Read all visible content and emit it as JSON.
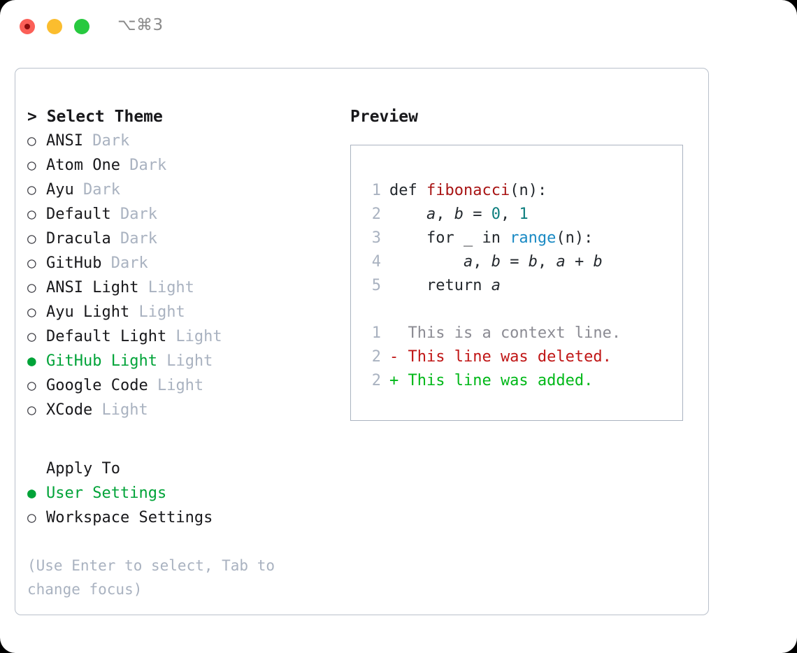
{
  "titlebar": {
    "shortcut": "⌥⌘3",
    "lights": [
      {
        "name": "close",
        "color": "#fb5f57"
      },
      {
        "name": "minimize",
        "color": "#fbbd2e"
      },
      {
        "name": "zoom",
        "color": "#27c93f"
      }
    ]
  },
  "theme_picker": {
    "heading": "> Select Theme",
    "items": [
      {
        "marker": "○",
        "label": "ANSI",
        "suffix": "Dark",
        "selected": false
      },
      {
        "marker": "○",
        "label": "Atom One",
        "suffix": "Dark",
        "selected": false
      },
      {
        "marker": "○",
        "label": "Ayu",
        "suffix": "Dark",
        "selected": false
      },
      {
        "marker": "○",
        "label": "Default",
        "suffix": "Dark",
        "selected": false
      },
      {
        "marker": "○",
        "label": "Dracula",
        "suffix": "Dark",
        "selected": false
      },
      {
        "marker": "○",
        "label": "GitHub",
        "suffix": "Dark",
        "selected": false
      },
      {
        "marker": "○",
        "label": "ANSI Light",
        "suffix": "Light",
        "selected": false
      },
      {
        "marker": "○",
        "label": "Ayu Light",
        "suffix": "Light",
        "selected": false
      },
      {
        "marker": "○",
        "label": "Default Light",
        "suffix": "Light",
        "selected": false
      },
      {
        "marker": "●",
        "label": "GitHub Light",
        "suffix": "Light",
        "selected": true
      },
      {
        "marker": "○",
        "label": "Google Code",
        "suffix": "Light",
        "selected": false
      },
      {
        "marker": "○",
        "label": "XCode",
        "suffix": "Light",
        "selected": false
      }
    ]
  },
  "apply_to": {
    "heading": "Apply To",
    "items": [
      {
        "marker": "●",
        "label": "User Settings",
        "selected": true
      },
      {
        "marker": "○",
        "label": "Workspace Settings",
        "selected": false
      }
    ]
  },
  "hint": "(Use Enter to select, Tab to change focus)",
  "preview": {
    "title": "Preview",
    "code_lines": [
      {
        "no": "1",
        "parts": [
          {
            "t": "def ",
            "k": "plain"
          },
          {
            "t": "fibonacci",
            "k": "fn"
          },
          {
            "t": "(n):",
            "k": "plain"
          }
        ]
      },
      {
        "no": "2",
        "parts": [
          {
            "t": "    ",
            "k": "plain"
          },
          {
            "t": "a",
            "k": "var"
          },
          {
            "t": ", ",
            "k": "plain"
          },
          {
            "t": "b",
            "k": "var"
          },
          {
            "t": " = ",
            "k": "plain"
          },
          {
            "t": "0",
            "k": "num"
          },
          {
            "t": ", ",
            "k": "plain"
          },
          {
            "t": "1",
            "k": "num"
          }
        ]
      },
      {
        "no": "3",
        "parts": [
          {
            "t": "    for _ in ",
            "k": "plain"
          },
          {
            "t": "range",
            "k": "call"
          },
          {
            "t": "(n):",
            "k": "plain"
          }
        ]
      },
      {
        "no": "4",
        "parts": [
          {
            "t": "        ",
            "k": "plain"
          },
          {
            "t": "a",
            "k": "var"
          },
          {
            "t": ", ",
            "k": "plain"
          },
          {
            "t": "b",
            "k": "var"
          },
          {
            "t": " = ",
            "k": "plain"
          },
          {
            "t": "b",
            "k": "var"
          },
          {
            "t": ", ",
            "k": "plain"
          },
          {
            "t": "a",
            "k": "var"
          },
          {
            "t": " + ",
            "k": "plain"
          },
          {
            "t": "b",
            "k": "var"
          }
        ]
      },
      {
        "no": "5",
        "parts": [
          {
            "t": "    return ",
            "k": "plain"
          },
          {
            "t": "a",
            "k": "var"
          }
        ]
      }
    ],
    "diff_lines": [
      {
        "no": "1",
        "text": "  This is a context line.",
        "kind": "ctx"
      },
      {
        "no": "2",
        "text": "- This line was deleted.",
        "kind": "del"
      },
      {
        "no": "2",
        "text": "+ This line was added.",
        "kind": "add"
      }
    ]
  },
  "colors": {
    "accent_green": "#00a338",
    "muted": "#a9b2c0",
    "text": "#18181b",
    "fn_red": "#a81414",
    "num_teal": "#0d7e7e",
    "call_blue": "#1a8ac4",
    "diff_delete": "#c01616",
    "diff_add": "#00b818",
    "diff_context": "#8b8b93",
    "panel_border": "#b9c0cb",
    "preview_border": "#aab3c0"
  }
}
